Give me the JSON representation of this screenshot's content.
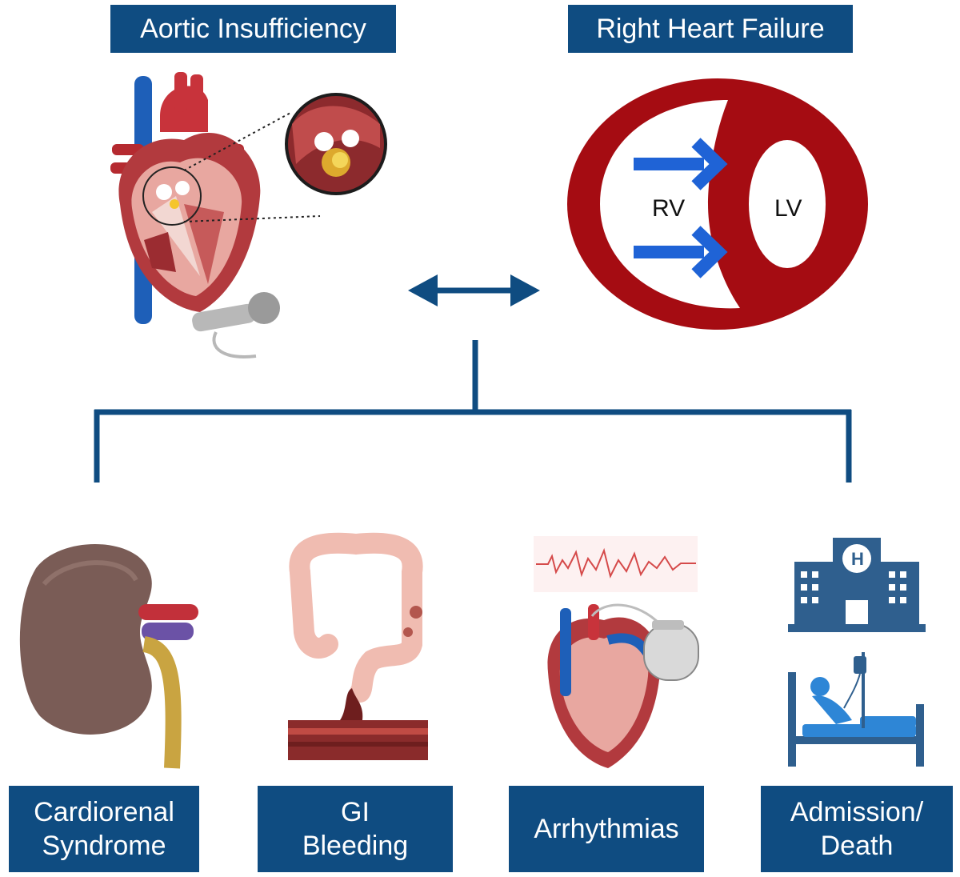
{
  "top_labels": {
    "left": "Aortic Insufficiency",
    "right": "Right Heart Failure"
  },
  "ventricles": {
    "rv": "RV",
    "lv": "LV"
  },
  "outcomes": [
    {
      "line1": "Cardiorenal",
      "line2": "Syndrome",
      "icon": "kidney-icon"
    },
    {
      "line1": "GI",
      "line2": "Bleeding",
      "icon": "colon-icon"
    },
    {
      "line1": "Arrhythmias",
      "line2": "",
      "icon": "pacemaker-heart-icon"
    },
    {
      "line1": "Admission/",
      "line2": "Death",
      "icon": "hospital-icon"
    }
  ],
  "colors": {
    "label_bg": "#0f4c81",
    "connector": "#0f4c81",
    "myocardium": "#a50c12",
    "arrow_blue": "#1f63d6",
    "hospital_blue": "#2f5f8e"
  },
  "icons": {
    "heart": "heart-lvad-icon",
    "bidirectional": "double-arrow-icon",
    "hospital": "hospital-building-icon",
    "bed": "hospital-bed-icon"
  }
}
